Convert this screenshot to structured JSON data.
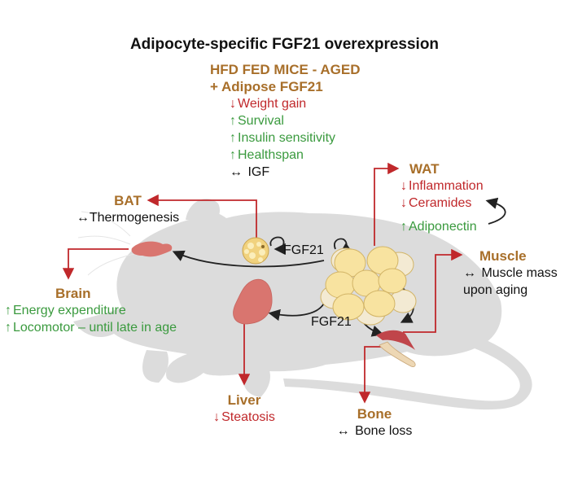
{
  "title": "Adipocyte-specific FGF21 overexpression",
  "condition": {
    "line1": "HFD FED MICE - AGED",
    "line2": "+ Adipose FGF21",
    "effects": [
      {
        "arrow": "↓",
        "text": "Weight gain",
        "direction": "down"
      },
      {
        "arrow": "↑",
        "text": "Survival",
        "direction": "up"
      },
      {
        "arrow": "↑",
        "text": "Insulin sensitivity",
        "direction": "up"
      },
      {
        "arrow": "↑",
        "text": "Healthspan",
        "direction": "up"
      },
      {
        "arrow": "↔",
        "text": "IGF",
        "direction": "unchanged"
      }
    ]
  },
  "organs": {
    "wat": {
      "label": "WAT",
      "effects": [
        {
          "arrow": "↓",
          "text": "Inflammation"
        },
        {
          "arrow": "↓",
          "text": "Ceramides"
        },
        {
          "arrow": "↑",
          "text": "Adiponectin"
        }
      ]
    },
    "bat": {
      "label": "BAT",
      "effects": [
        {
          "arrow": "↔",
          "text": "Thermogenesis"
        }
      ]
    },
    "brain": {
      "label": "Brain",
      "effects": [
        {
          "arrow": "↑",
          "text": "Energy expenditure"
        },
        {
          "arrow": "↑",
          "text": "Locomotor – until late in age"
        }
      ]
    },
    "muscle": {
      "label": "Muscle",
      "effects": [
        {
          "arrow": "↔",
          "text": "Muscle mass"
        },
        {
          "arrow": "",
          "text": "upon aging"
        }
      ]
    },
    "liver": {
      "label": "Liver",
      "effects": [
        {
          "arrow": "↓",
          "text": "Steatosis"
        }
      ]
    },
    "bone": {
      "label": "Bone",
      "effects": [
        {
          "arrow": "↔",
          "text": "Bone loss"
        }
      ]
    }
  },
  "signals": {
    "fgf21_bat": "FGF21",
    "fgf21_liver": "FGF21"
  },
  "colors": {
    "heading": "#a86f2a",
    "decrease": "#c0282b",
    "increase": "#3a9a3e",
    "connector": "#c0282b",
    "mouse": "#dcdcdc",
    "fat": "#f8e3a0",
    "organ": "#d9756f"
  }
}
